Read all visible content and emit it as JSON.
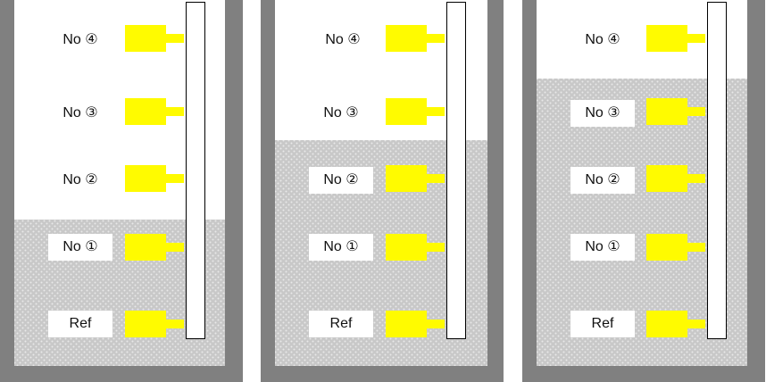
{
  "colors": {
    "wall": "#808080",
    "liquid": "#c8c8c8",
    "liquid_dot": "#e8e8e8",
    "sensor": "#fffb00",
    "rod": "#ffffff"
  },
  "sensors": [
    {
      "key": "no4",
      "label": "No ④"
    },
    {
      "key": "no3",
      "label": "No ③"
    },
    {
      "key": "no2",
      "label": "No ②"
    },
    {
      "key": "no1",
      "label": "No ①"
    },
    {
      "key": "ref",
      "label": "Ref"
    }
  ],
  "panels": [
    {
      "name": "panel-1",
      "submerged": [
        "ref",
        "no1"
      ]
    },
    {
      "name": "panel-2",
      "submerged": [
        "ref",
        "no1",
        "no2"
      ]
    },
    {
      "name": "panel-3",
      "submerged": [
        "ref",
        "no1",
        "no2",
        "no3"
      ]
    }
  ]
}
